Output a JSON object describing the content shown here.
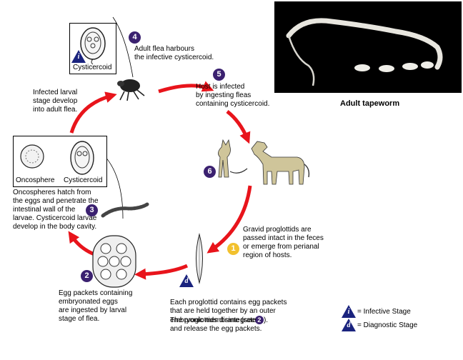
{
  "stages": {
    "s4": {
      "number": "4",
      "text": "Adult flea harbours\nthe infective cysticercoid."
    },
    "s5": {
      "number": "5",
      "text": "Host is infected\nby ingesting fleas\ncontaining cysticercoid."
    },
    "s6": {
      "number": "6"
    },
    "s1": {
      "number": "1",
      "text": "Gravid proglottids are\npassed intact in the feces\nor emerge from perianal\nregion of hosts."
    },
    "s2": {
      "number": "2",
      "text": "Egg packets containing\nembryonated eggs\nare ingested by larval\nstage of flea."
    },
    "s3": {
      "number": "3",
      "text": "Oncospheres hatch from\nthe eggs and penetrate the\nintestinal wall of the\nlarvae. Cysticercoid larvae\ndevelop in the body cavity."
    },
    "larval_flea_text": "Infected larval\nstage develop\ninto adult flea.",
    "proglottid_text_a": "Each proglottid contains egg packets\nthat are held together by an outer\nembryonic membrane (see",
    "proglottid_ref": "2",
    "proglottid_tail": ").",
    "proglottid_text_b": "The proglottids disintegrate\nand release the egg packets."
  },
  "labels": {
    "cysticercoid_top": "Cysticercoid",
    "oncosphere": "Oncosphere",
    "cysticercoid_left": "Cysticercoid",
    "adult_tapeworm": "Adult tapeworm"
  },
  "markers": {
    "infective": "i",
    "diagnostic": "d"
  },
  "legend": {
    "infective": "= Infective Stage",
    "diagnostic": "= Diagnostic Stage"
  },
  "colors": {
    "arrow": "#e8141b",
    "badge": "#3b2170",
    "badge_alt": "#f2c12e",
    "marker": "#1a237e",
    "photo_bg": "#000000"
  }
}
